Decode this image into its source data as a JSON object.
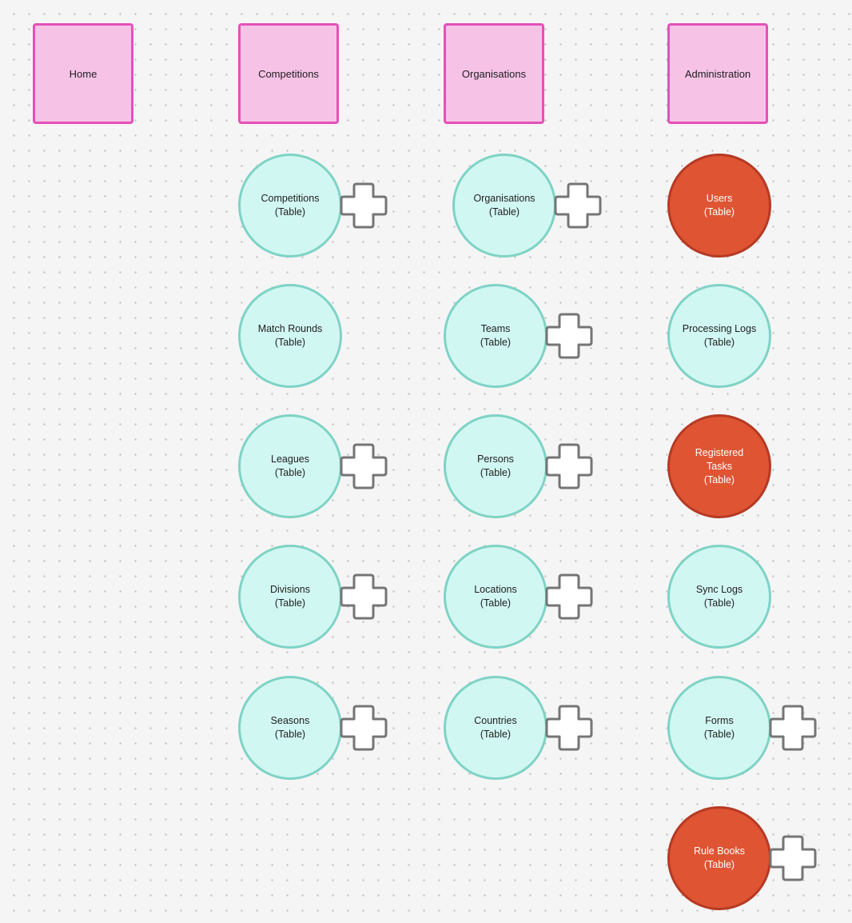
{
  "colors": {
    "sticky_fill": "#f6c3e7",
    "sticky_border": "#e551b8",
    "node_fill": "#d1f7f2",
    "node_border": "#7ed3c5",
    "alert_fill": "#df5433",
    "alert_border": "#b53a24",
    "plus_fill": "#ffffff",
    "plus_stroke": "#757575"
  },
  "columns": [
    {
      "name": "Home"
    },
    {
      "name": "Competitions"
    },
    {
      "name": "Organisations"
    },
    {
      "name": "Administration"
    }
  ],
  "nodes": {
    "competitions": [
      {
        "lines": [
          "Competitions",
          "(Table)"
        ],
        "status": "normal",
        "has_plus": true
      },
      {
        "lines": [
          "Match Rounds",
          "(Table)"
        ],
        "status": "normal",
        "has_plus": false
      },
      {
        "lines": [
          "Leagues",
          "(Table)"
        ],
        "status": "normal",
        "has_plus": true
      },
      {
        "lines": [
          "Divisions",
          "(Table)"
        ],
        "status": "normal",
        "has_plus": true
      },
      {
        "lines": [
          "Seasons",
          "(Table)"
        ],
        "status": "normal",
        "has_plus": true
      }
    ],
    "organisations": [
      {
        "lines": [
          "Organisations",
          "(Table)"
        ],
        "status": "normal",
        "has_plus": true
      },
      {
        "lines": [
          "Teams",
          "(Table)"
        ],
        "status": "normal",
        "has_plus": true
      },
      {
        "lines": [
          "Persons",
          "(Table)"
        ],
        "status": "normal",
        "has_plus": true
      },
      {
        "lines": [
          "Locations",
          "(Table)"
        ],
        "status": "normal",
        "has_plus": true
      },
      {
        "lines": [
          "Countries",
          "(Table)"
        ],
        "status": "normal",
        "has_plus": true
      }
    ],
    "administration": [
      {
        "lines": [
          "Users",
          "(Table)"
        ],
        "status": "alert",
        "has_plus": false
      },
      {
        "lines": [
          "Processing Logs",
          "(Table)"
        ],
        "status": "normal",
        "has_plus": false
      },
      {
        "lines": [
          "Registered",
          "Tasks",
          "(Table)"
        ],
        "status": "alert",
        "has_plus": false
      },
      {
        "lines": [
          "Sync Logs",
          "(Table)"
        ],
        "status": "normal",
        "has_plus": false
      },
      {
        "lines": [
          "Forms",
          "(Table)"
        ],
        "status": "normal",
        "has_plus": true
      },
      {
        "lines": [
          "Rule Books",
          "(Table)"
        ],
        "status": "alert",
        "has_plus": true
      }
    ]
  }
}
